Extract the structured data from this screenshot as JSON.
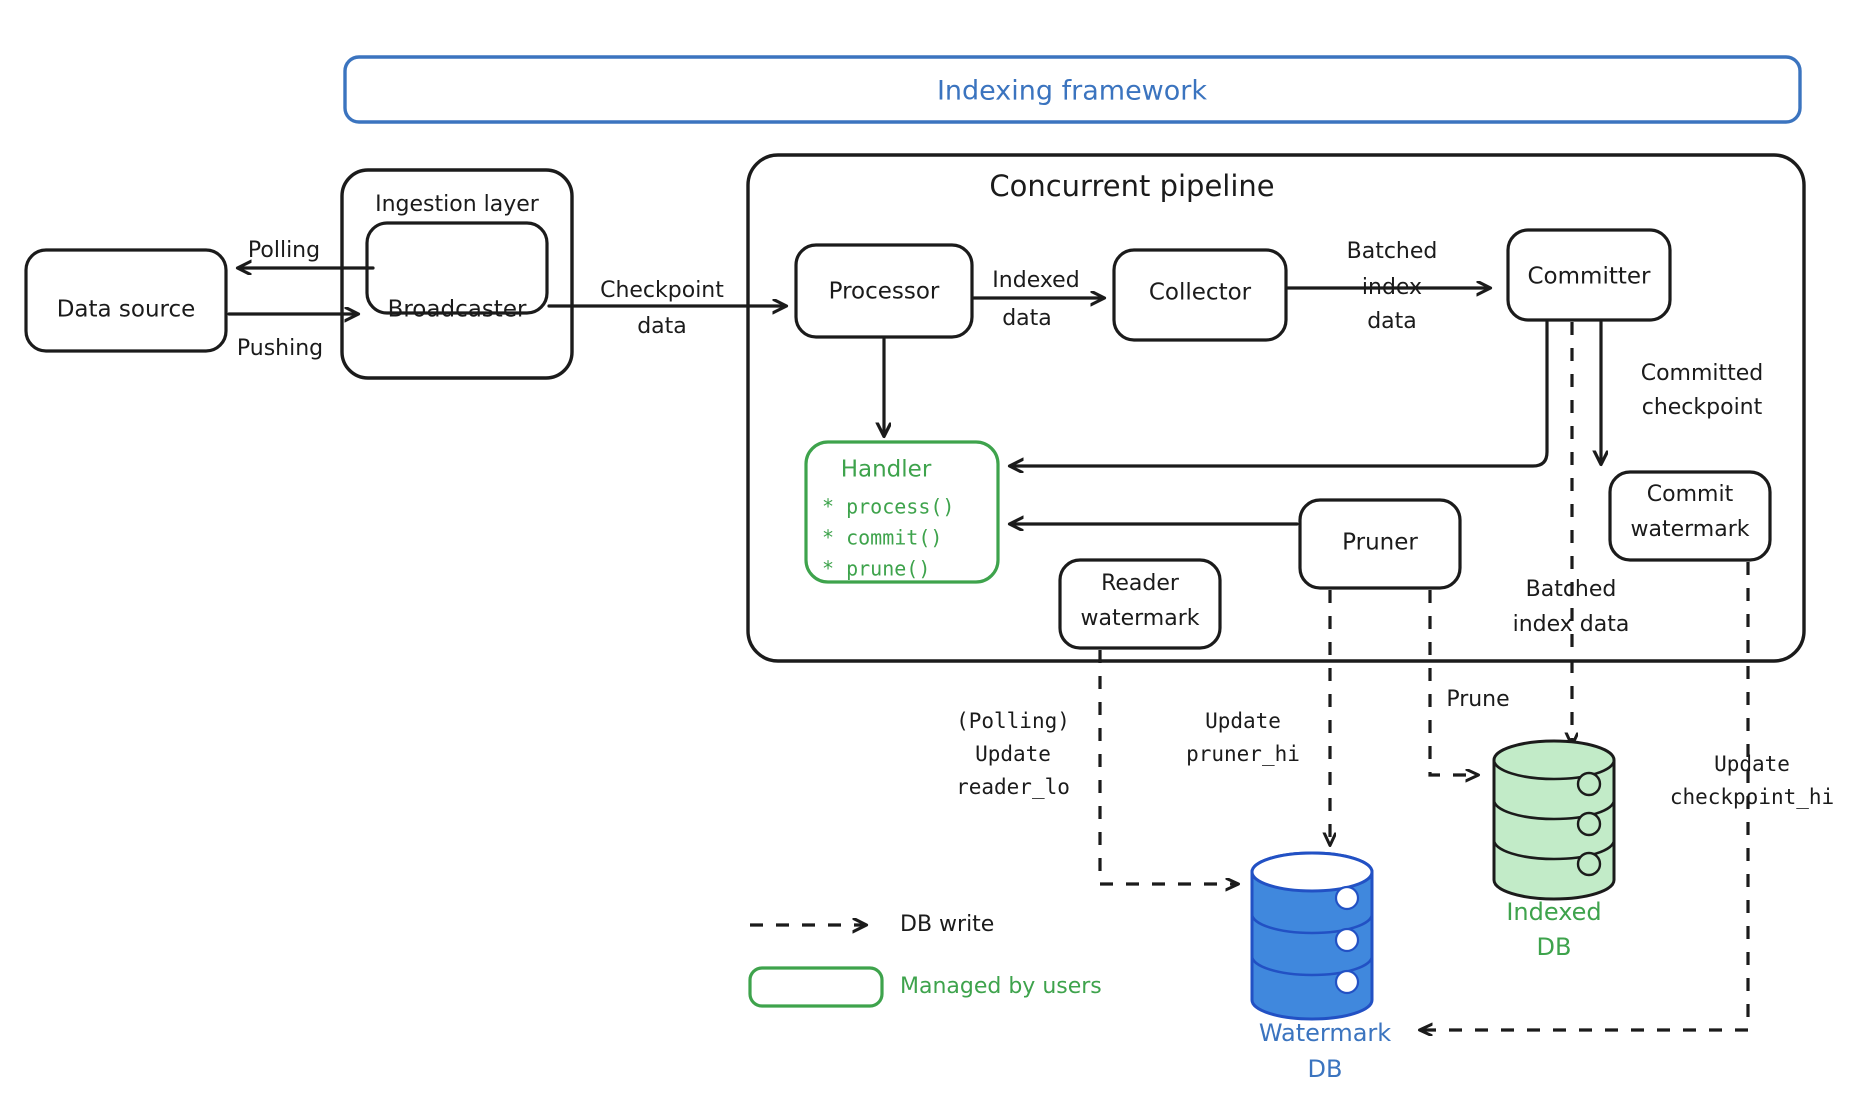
{
  "title_banner": {
    "label": "Indexing framework",
    "color": "#3b74bf"
  },
  "groups": {
    "ingestion": {
      "label": "Ingestion layer"
    },
    "pipeline": {
      "label": "Concurrent pipeline"
    }
  },
  "nodes": {
    "data_source": {
      "label": "Data source"
    },
    "broadcaster": {
      "label": "Broadcaster"
    },
    "processor": {
      "label": "Processor"
    },
    "collector": {
      "label": "Collector"
    },
    "committer": {
      "label": "Committer"
    },
    "commit_watermark": {
      "line1": "Commit",
      "line2": "watermark"
    },
    "reader_watermark": {
      "line1": "Reader",
      "line2": "watermark"
    },
    "pruner": {
      "label": "Pruner"
    },
    "handler": {
      "title": "Handler",
      "color": "#3EA34C",
      "methods": [
        "* process()",
        "* commit()",
        "* prune()"
      ]
    }
  },
  "databases": {
    "indexed_db": {
      "line1": "Indexed",
      "line2": "DB",
      "color": "#3EA34C",
      "fill": "#C2EBC8"
    },
    "watermark_db": {
      "line1": "Watermark",
      "line2": "DB",
      "color": "#3b74bf",
      "fill": "#4088DD"
    }
  },
  "edge_labels": {
    "polling": "Polling",
    "pushing": "Pushing",
    "checkpoint_data_l1": "Checkpoint",
    "checkpoint_data_l2": "data",
    "indexed_data_l1": "Indexed",
    "indexed_data_l2": "data",
    "batched_index_data_l1": "Batched",
    "batched_index_data_l2": "index",
    "batched_index_data_l3": "data",
    "committed_checkpoint_l1": "Committed",
    "committed_checkpoint_l2": "checkpoint",
    "batched_index_data2_l1": "Batched",
    "batched_index_data2_l2": "index data",
    "prune": "Prune",
    "polling_update_l1": "(Polling)",
    "polling_update_l2": "Update",
    "polling_update_l3": "reader_lo",
    "update_pruner_hi_l1": "Update",
    "update_pruner_hi_l2": "pruner_hi",
    "update_checkpoint_hi_l1": "Update",
    "update_checkpoint_hi_l2": "checkpoint_hi"
  },
  "legend": {
    "db_write": "DB write",
    "managed_by_users": "Managed by users",
    "managed_color": "#3EA34C"
  }
}
